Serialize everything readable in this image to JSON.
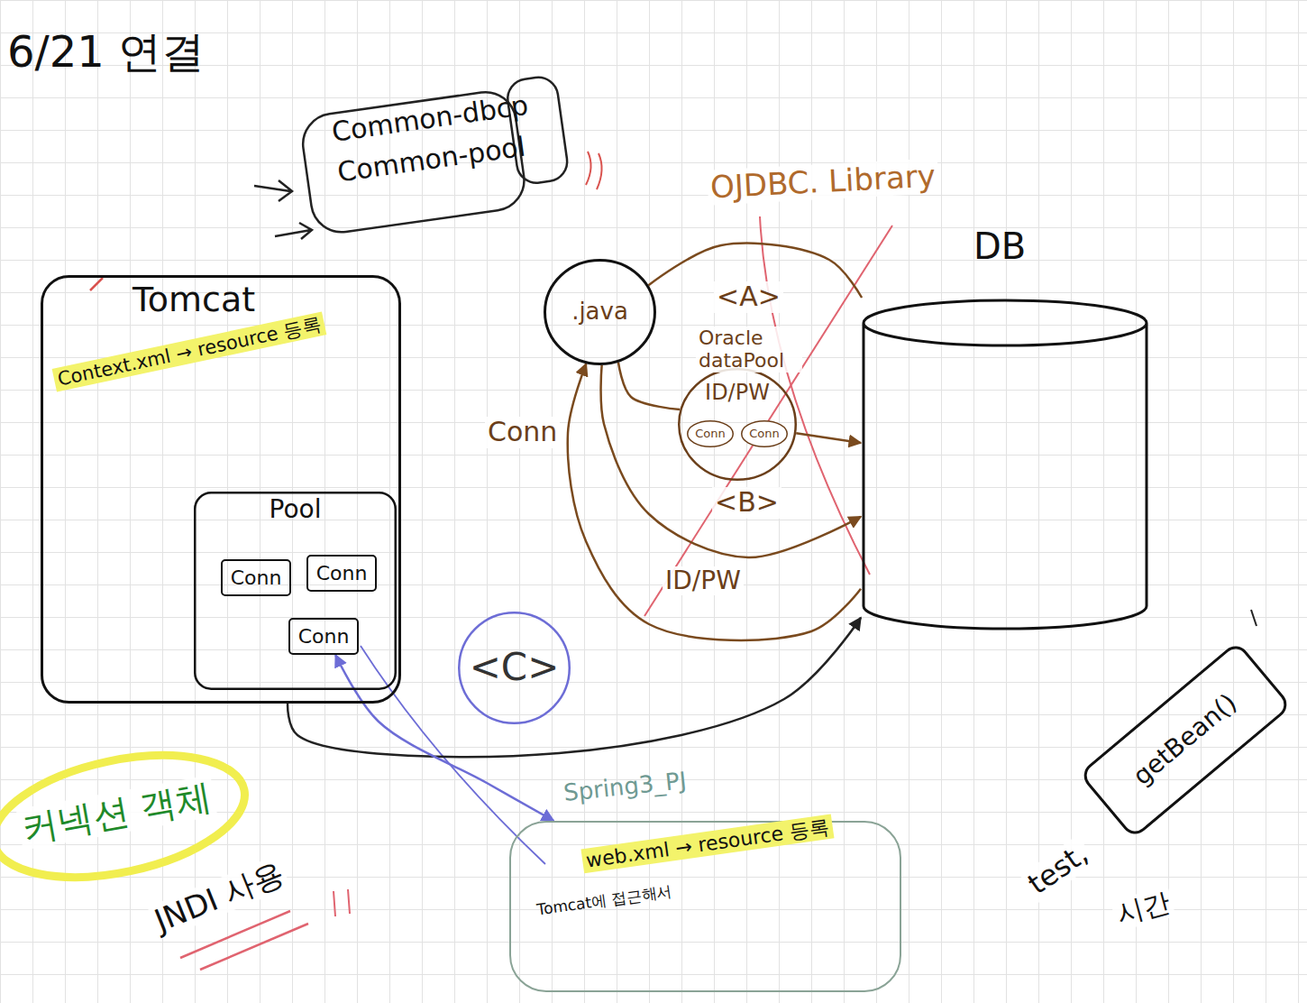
{
  "diagram": {
    "title": "6/21 연결",
    "nodes": [
      {
        "text": [
          "Common-dbcp",
          "Common-pool"
        ]
      },
      {
        "text": [
          "Tomcat",
          "Context.xml → resource 등록"
        ]
      },
      {
        "text": [
          "Pool"
        ],
        "in": 1
      },
      {
        "text": [
          "Conn"
        ],
        "in": 2
      },
      {
        "text": [
          "Conn"
        ],
        "in": 2
      },
      {
        "text": [
          "Conn"
        ],
        "in": 2
      },
      {
        "text": [
          ".java"
        ]
      },
      {
        "text": [
          "ID/PW"
        ]
      },
      {
        "text": [
          "Conn"
        ],
        "in": 7
      },
      {
        "text": [
          "Conn"
        ],
        "in": 7
      },
      {
        "text": [
          "DB"
        ]
      },
      {
        "text": [
          "<C>"
        ]
      },
      {
        "text": [
          "Spring3_PJ",
          "web.xml → resource 등록",
          "Tomcat에 접근해서"
        ]
      },
      {
        "text": [
          "getBean()"
        ]
      }
    ],
    "edges": [
      {
        "from": 6,
        "to": 10,
        "arrow": "none"
      },
      {
        "from": 6,
        "to": 7,
        "arrow": "none"
      },
      {
        "from": 7,
        "to": 10,
        "arrow": "to"
      },
      {
        "from": 6,
        "to": 10,
        "label": "ID/PW",
        "arrow": "to"
      },
      {
        "from": 10,
        "to": 6,
        "label": "Conn",
        "arrow": "to"
      },
      {
        "from": 1,
        "to": 10,
        "arrow": "to"
      },
      {
        "from": 12,
        "to": 5,
        "arrow": "both"
      }
    ],
    "labels": [
      "OJDBC. Library",
      "<A>",
      "Oracle dataPool",
      "<B>",
      "커넥션 객체",
      "JNDI 사용",
      "test,",
      "시간"
    ]
  }
}
